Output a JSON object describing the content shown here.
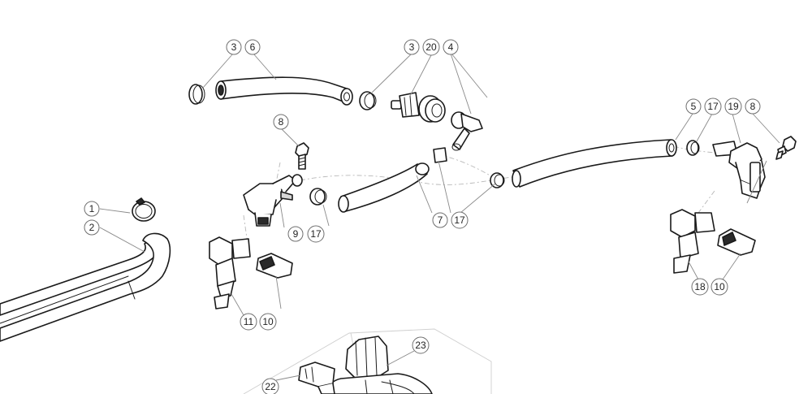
{
  "callouts": [
    {
      "id": "c1",
      "label": "1"
    },
    {
      "id": "c2",
      "label": "2"
    },
    {
      "id": "c3a",
      "label": "3"
    },
    {
      "id": "c6",
      "label": "6"
    },
    {
      "id": "c3b",
      "label": "3"
    },
    {
      "id": "c20",
      "label": "20"
    },
    {
      "id": "c4",
      "label": "4"
    },
    {
      "id": "c8a",
      "label": "8"
    },
    {
      "id": "c9",
      "label": "9"
    },
    {
      "id": "c17a",
      "label": "17"
    },
    {
      "id": "c7",
      "label": "7"
    },
    {
      "id": "c17b",
      "label": "17"
    },
    {
      "id": "c11",
      "label": "11"
    },
    {
      "id": "c10a",
      "label": "10"
    },
    {
      "id": "c5",
      "label": "5"
    },
    {
      "id": "c17c",
      "label": "17"
    },
    {
      "id": "c19",
      "label": "19"
    },
    {
      "id": "c8b",
      "label": "8"
    },
    {
      "id": "c18",
      "label": "18"
    },
    {
      "id": "c10b",
      "label": "10"
    },
    {
      "id": "c23",
      "label": "23"
    },
    {
      "id": "c22",
      "label": "22"
    }
  ],
  "parts": [
    "hose-clamp-1",
    "hose-2",
    "hose-clamp-3a",
    "hose-6",
    "hose-clamp-3b",
    "connector-20",
    "elbow-4",
    "bolt-8a",
    "fuel-rail-9",
    "clamp-17a",
    "hose-7",
    "clamp-17b",
    "injector-11",
    "connector-10a",
    "hose-5",
    "clamp-17c",
    "fuel-rail-19",
    "bolt-8b",
    "injector-18",
    "connector-10b",
    "sensor-23",
    "connector-22"
  ]
}
